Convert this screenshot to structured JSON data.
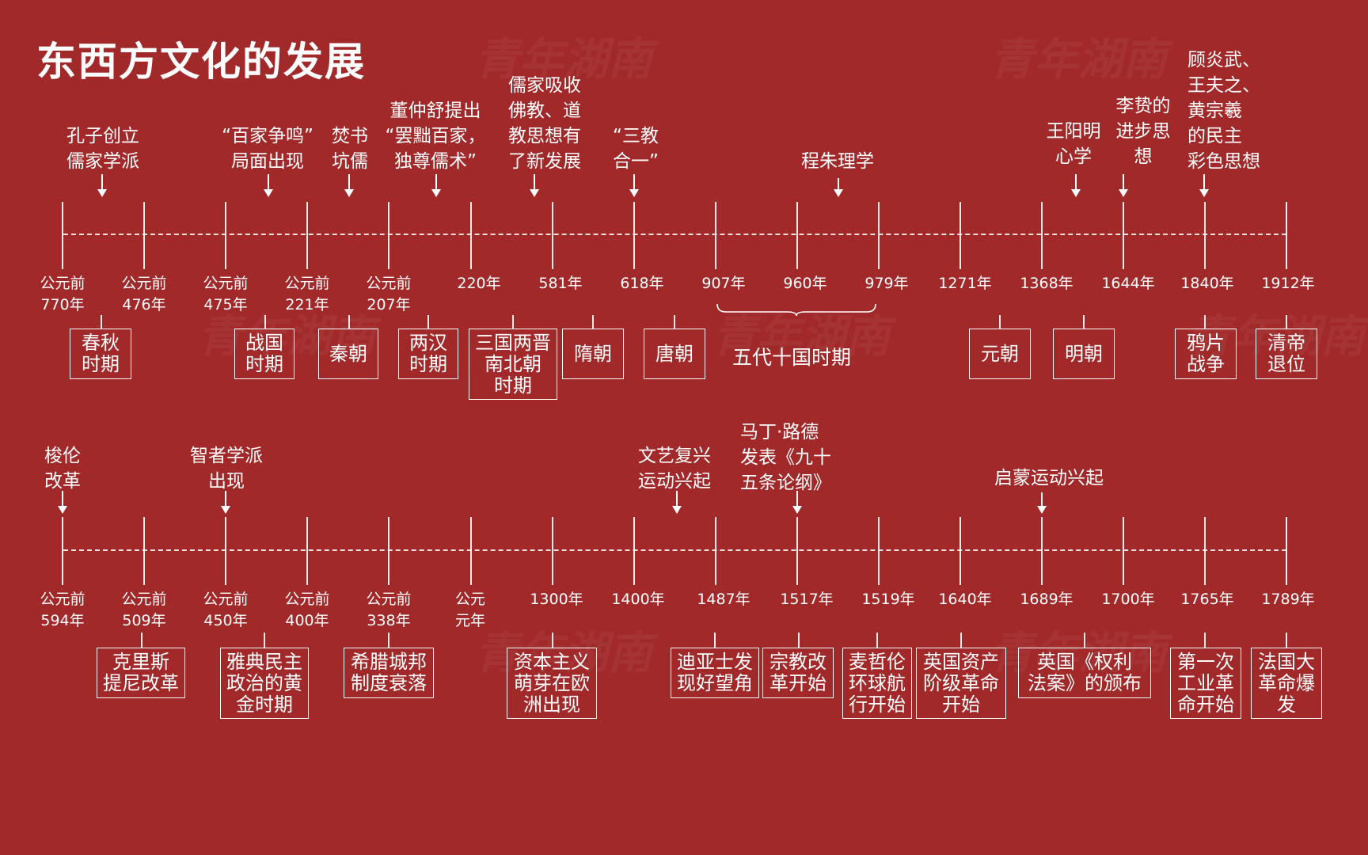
{
  "title": "东西方文化的发展",
  "watermark": "青年湖南",
  "top": {
    "dates": [
      "公元前\n770年",
      "公元前\n476年",
      "公元前\n475年",
      "公元前\n221年",
      "公元前\n207年",
      "220年",
      "581年",
      "618年",
      "907年",
      "960年",
      "979年",
      "1271年",
      "1368年",
      "1644年",
      "1840年",
      "1912年"
    ],
    "events": [
      "孔子创立\n儒家学派",
      "“百家争鸣”\n局面出现",
      "焚书\n坑儒",
      "董仲舒提出\n“罢黜百家，\n独尊儒术”",
      "儒家吸收\n佛教、道\n教思想有\n了新发展",
      "“三教\n合一”",
      "程朱理学",
      "王阳明\n心学",
      "李贽的\n进步思\n想",
      "顾炎武、\n王夫之、\n黄宗羲\n的民主\n彩色思想"
    ],
    "periods": [
      "春秋\n时期",
      "战国\n时期",
      "秦朝",
      "两汉\n时期",
      "三国两晋\n南北朝\n时期",
      "隋朝",
      "唐朝",
      "元朝",
      "明朝",
      "鸦片\n战争",
      "清帝\n退位"
    ],
    "five_dynasties": "五代十国时期"
  },
  "bottom": {
    "dates": [
      "公元前\n594年",
      "公元前\n509年",
      "公元前\n450年",
      "公元前\n400年",
      "公元前\n338年",
      "公元\n元年",
      "1300年",
      "1400年",
      "1487年",
      "1517年",
      "1519年",
      "1640年",
      "1689年",
      "1700年",
      "1765年",
      "1789年"
    ],
    "events": [
      "梭伦\n改革",
      "智者学派\n出现",
      "文艺复兴\n运动兴起",
      "马丁·路德\n发表《九十\n五条论纲》",
      "启蒙运动兴起"
    ],
    "periods": [
      "克里斯\n提尼改革",
      "雅典民主\n政治的黄\n金时期",
      "希腊城邦\n制度衰落",
      "资本主义\n萌芽在欧\n洲出现",
      "迪亚士发\n现好望角",
      "宗教改\n革开始",
      "麦哲伦\n环球航\n行开始",
      "英国资产\n阶级革命\n开始",
      "英国《权利\n法案》的颁布",
      "第一次\n工业革\n命开始",
      "法国大\n革命爆\n发"
    ]
  }
}
